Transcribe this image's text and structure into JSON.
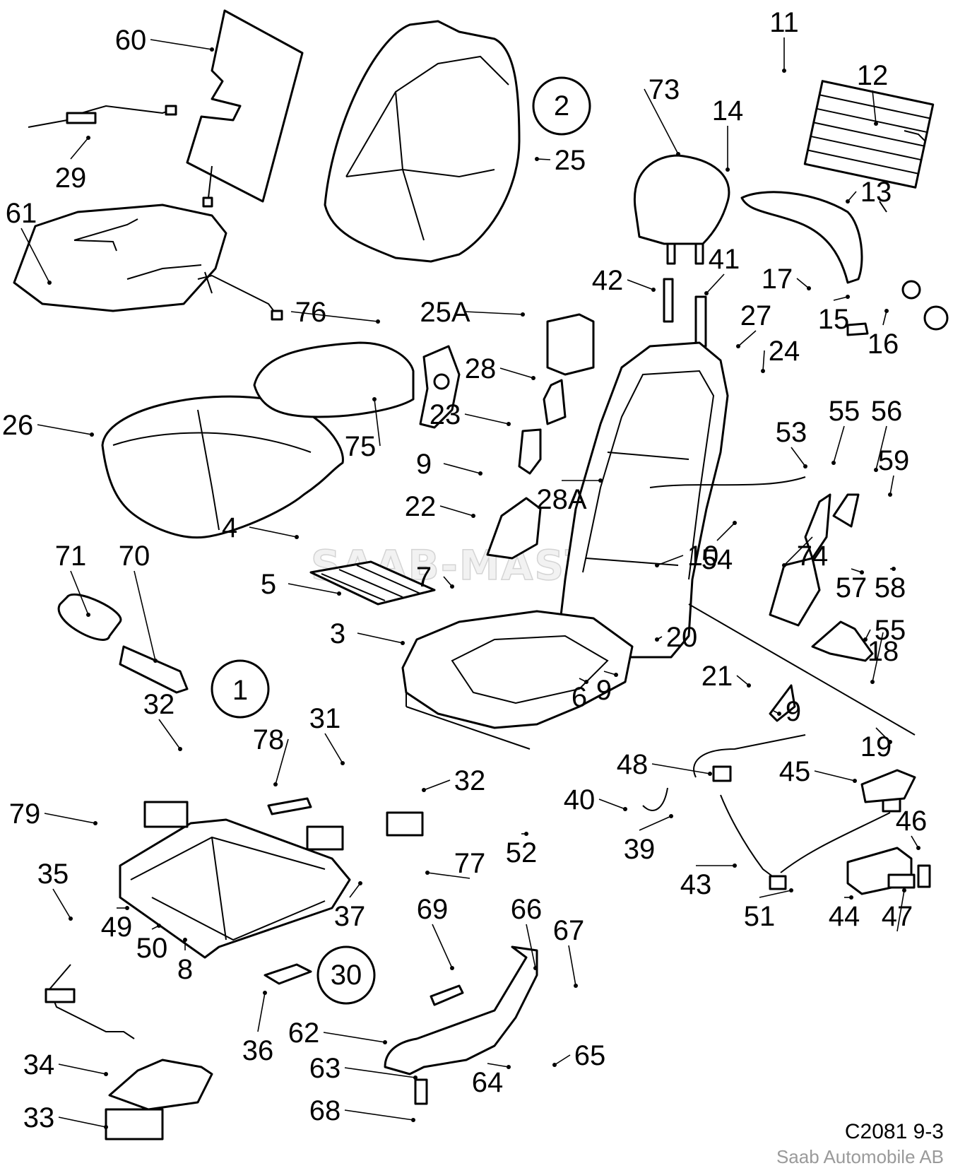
{
  "diagram": {
    "watermark": "SAAB-MASTER",
    "group_labels": [
      "1",
      "2",
      "30"
    ],
    "part_numbers": [
      "3",
      "4",
      "5",
      "6",
      "7",
      "8",
      "9",
      "9",
      "9",
      "10",
      "11",
      "12",
      "13",
      "14",
      "15",
      "16",
      "17",
      "18",
      "19",
      "20",
      "21",
      "22",
      "23",
      "24",
      "25",
      "25A",
      "26",
      "27",
      "28",
      "28A",
      "29",
      "31",
      "32",
      "32",
      "33",
      "34",
      "35",
      "36",
      "37",
      "39",
      "40",
      "41",
      "42",
      "43",
      "44",
      "45",
      "46",
      "47",
      "48",
      "49",
      "50",
      "51",
      "52",
      "53",
      "54",
      "55",
      "55",
      "56",
      "57",
      "58",
      "59",
      "60",
      "61",
      "62",
      "63",
      "64",
      "65",
      "66",
      "67",
      "68",
      "69",
      "70",
      "71",
      "73",
      "74",
      "75",
      "76",
      "77",
      "78",
      "79"
    ]
  },
  "footer": {
    "code": "C2081 9-3",
    "brand": "Saab Automobile AB"
  }
}
